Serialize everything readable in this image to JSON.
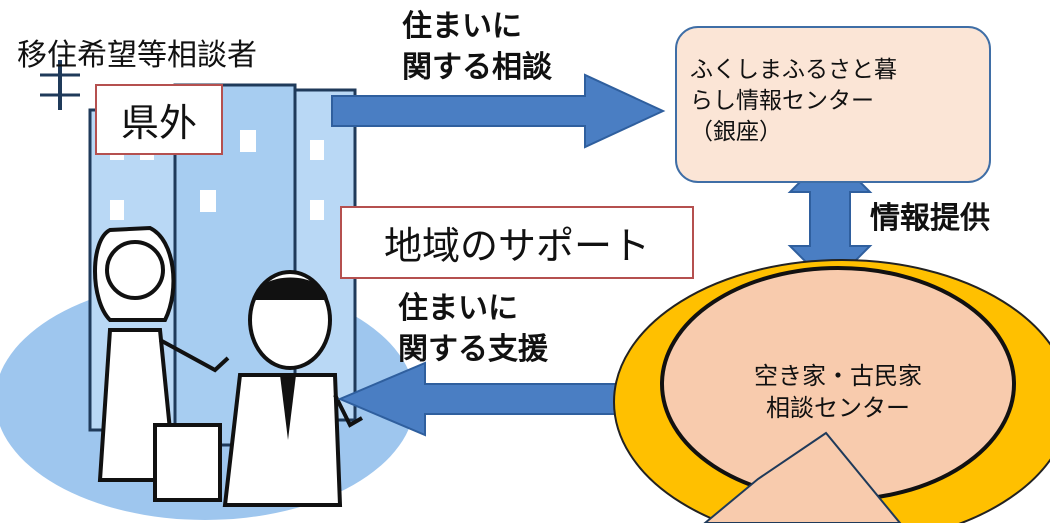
{
  "people_label": "移住希望等相談者",
  "origin_box": "県外",
  "support_box": "地域のサポート",
  "arrow_top_label": [
    "住まいに",
    "関する相談"
  ],
  "arrow_bottom_label": [
    "住まいに",
    "関する支援"
  ],
  "info_label": "情報提供",
  "center_top": [
    "ふくしまふるさと暮",
    "らし情報センター",
    "（銀座）"
  ],
  "center_bottom": [
    "空き家・古民家",
    "相談センター"
  ],
  "colors": {
    "arrow_fill": "#4a7ec3",
    "arrow_stroke": "#2f5f9e",
    "top_box_fill": "#fbe5d6",
    "top_box_stroke": "#3f6ea6",
    "ring_fill": "#ffc000",
    "inner_fill": "#f8cbad",
    "callout_fill": "#f8cbad",
    "box_border": "#b5504f",
    "building_fill": "#9ec6ee"
  }
}
